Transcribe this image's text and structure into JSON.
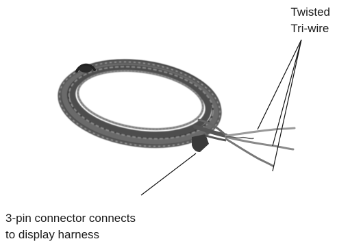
{
  "diagram": {
    "labels": {
      "tri_wire": {
        "line1": "Twisted",
        "line2": "Tri-wire"
      },
      "connector": {
        "line1": "3-pin connector connects",
        "line2": "to display harness"
      }
    },
    "colors": {
      "cable_dark": "#4a4a4a",
      "cable_mid": "#777777",
      "cable_light": "#a8a8a8",
      "leader_line": "#111111",
      "text": "#1a1a1a"
    }
  }
}
